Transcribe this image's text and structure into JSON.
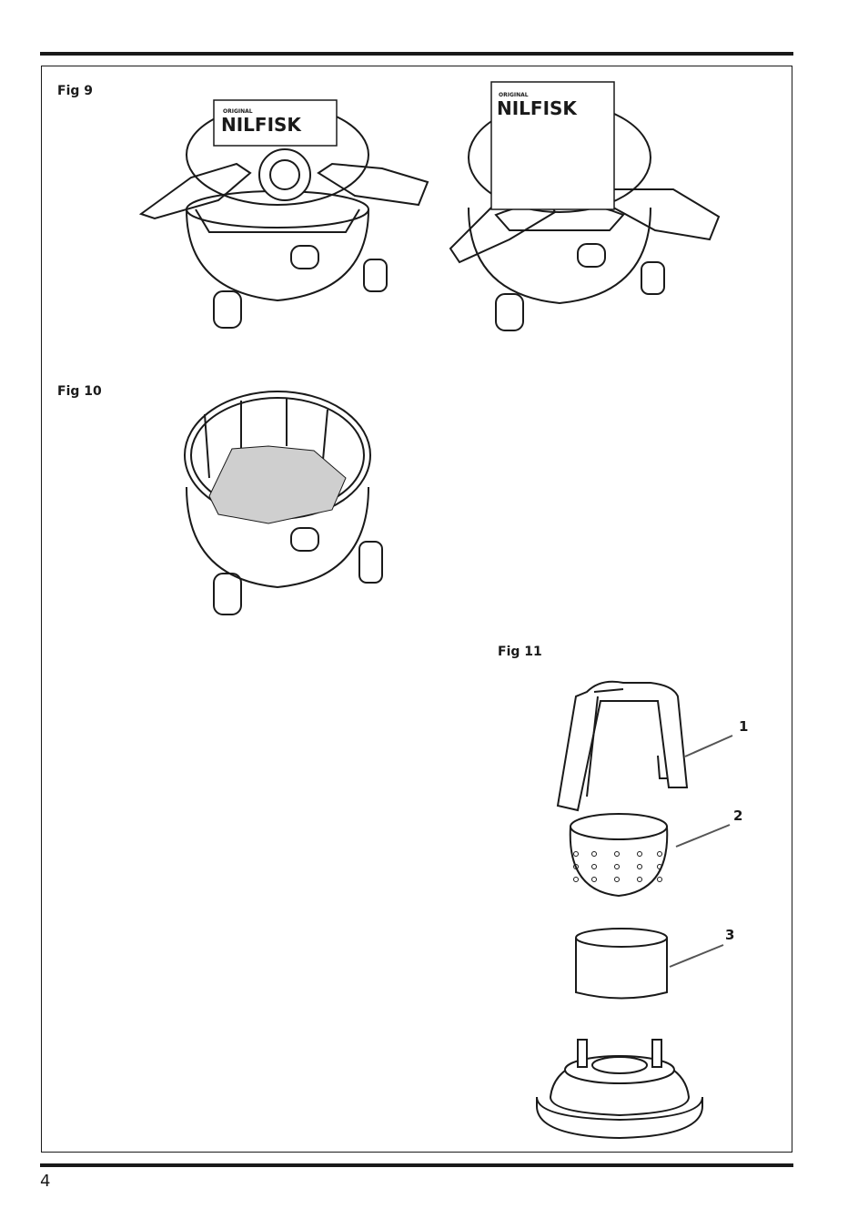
{
  "figures": {
    "fig9": {
      "label": "Fig 9"
    },
    "fig10": {
      "label": "Fig 10"
    },
    "fig11": {
      "label": "Fig 11"
    }
  },
  "bag_print": {
    "original": "ORIGINAL",
    "brand": "NILFISK"
  },
  "callouts": [
    "1",
    "2",
    "3"
  ],
  "page_number": "4",
  "colors": {
    "line": "#1a1a1a",
    "bag_fill": "#cfcfcf"
  }
}
